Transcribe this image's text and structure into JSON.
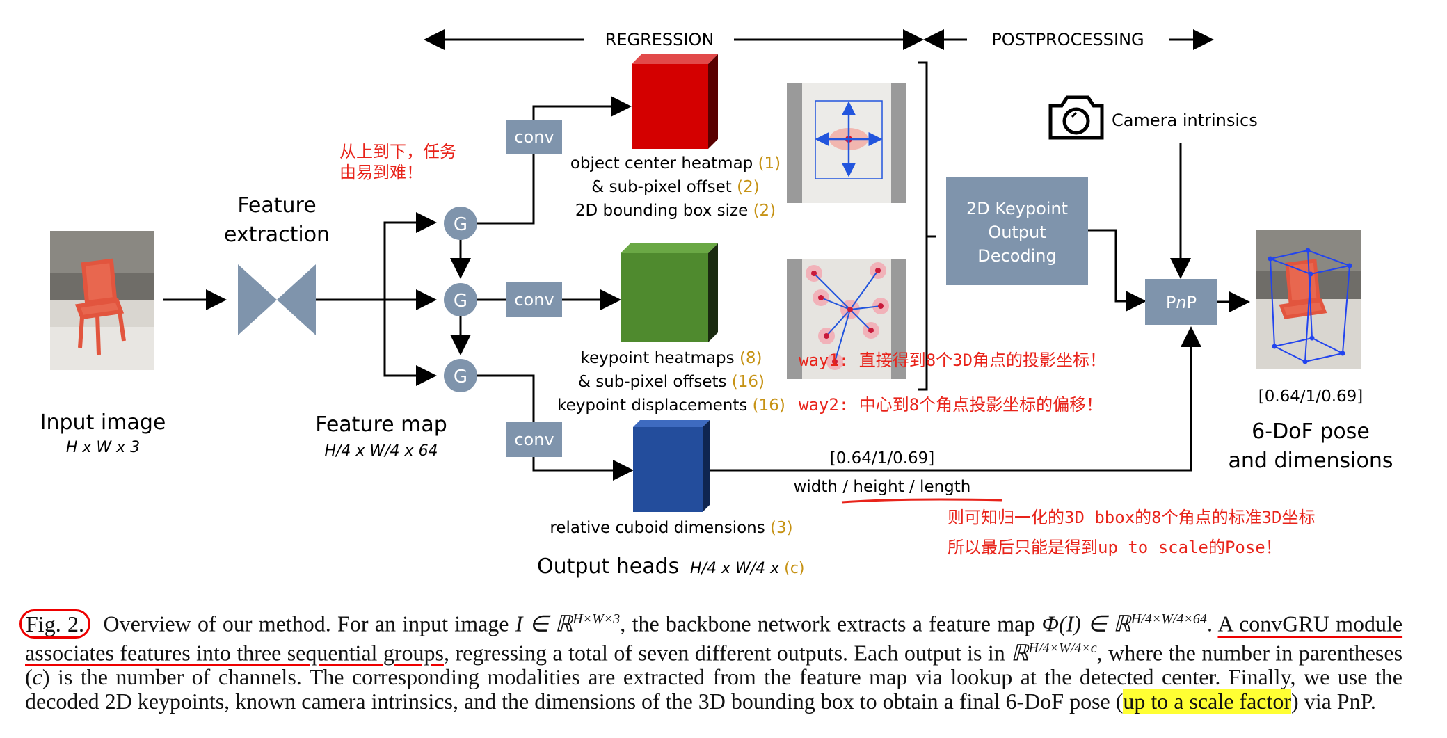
{
  "header": {
    "regression": "REGRESSION",
    "postprocessing": "POSTPROCESSING"
  },
  "input": {
    "title": "Input image",
    "shape": "H x W x 3"
  },
  "feature_extraction": {
    "line1": "Feature",
    "line2": "extraction"
  },
  "feature_map": {
    "title": "Feature map",
    "shape": "H/4 x W/4 x 64"
  },
  "gru_nodes": [
    "G",
    "G",
    "G"
  ],
  "conv_label": "conv",
  "heads": {
    "center": {
      "lines": [
        {
          "text": "object center heatmap ",
          "num": "(1)"
        },
        {
          "text": "& sub-pixel offset ",
          "num": "(2)"
        },
        {
          "text": "2D bounding box size ",
          "num": "(2)"
        }
      ],
      "color": "#cc0000"
    },
    "keypoint": {
      "lines": [
        {
          "text": "keypoint heatmaps ",
          "num": "(8)"
        },
        {
          "text": "& sub-pixel offsets ",
          "num": "(16)"
        },
        {
          "text": "keypoint displacements ",
          "num": "(16)"
        }
      ],
      "color": "#4f8a2e"
    },
    "cuboid": {
      "lines": [
        {
          "text": "relative cuboid dimensions ",
          "num": "(3)"
        }
      ],
      "color": "#234d9c"
    }
  },
  "output_heads": {
    "title": "Output heads",
    "shape": "H/4 x W/4 x ",
    "channel": "(c)"
  },
  "dims": {
    "value": "[0.64/1/0.69]",
    "label": "width / height / length"
  },
  "camera": "Camera intrinsics",
  "decoder": {
    "line1": "2D Keypoint",
    "line2": "Output",
    "line3": "Decoding"
  },
  "pnp": {
    "p1": "P",
    "n": "n",
    "p2": "P"
  },
  "pose": {
    "value": "[0.64/1/0.69]",
    "line1": "6-DoF pose",
    "line2": "and dimensions"
  },
  "annotations": {
    "order_line1": "从上到下，任务",
    "order_line2": "由易到难！",
    "way1": "way1: 直接得到8个3D角点的投影坐标！",
    "way2": "way2: 中心到8个角点投影坐标的偏移！",
    "scale_line1": "则可知归一化的3D bbox的8个角点的标准3D坐标",
    "scale_line2": "所以最后只能是得到up to scale的Pose！"
  },
  "caption": {
    "label": "Fig. 2.",
    "s1": "Overview of our method. For an input image ",
    "math1": "I ∈ ℝ",
    "sup1": "H×W×3",
    "s2": ", the backbone network extracts a feature map ",
    "math2": "Φ(I) ∈ ℝ",
    "sup2": "H/4×W/4×64",
    "s3": ". ",
    "ul": "A convGRU module associates features into three sequential groups",
    "s4": ", regressing a total of seven different outputs. Each output is in ",
    "math3": "ℝ",
    "sup3": "H/4×W/4×c",
    "s5": ", where the number in parentheses (",
    "c": "c",
    "s6": ") is the number of channels. The corresponding modalities are extracted from the feature map via lookup at the detected center. Finally, we use the decoded 2D keypoints, known camera intrinsics, and the dimensions of the 3D bounding box to obtain a final 6-DoF pose (",
    "hl": "up to a scale factor",
    "s7": ") via ",
    "pnp": "PnP",
    "s8": "."
  },
  "colors": {
    "node": "#7f94ac",
    "accent_num": "#c69214",
    "annotation": "#e8231a",
    "arrow": "#000000"
  }
}
